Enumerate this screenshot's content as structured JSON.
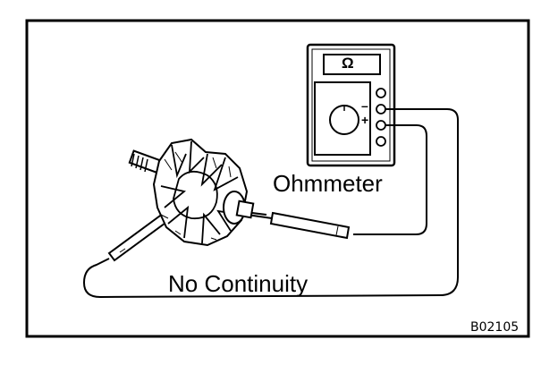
{
  "diagram": {
    "meter_label": "Ohmmeter",
    "meter_symbol": "Ω",
    "negative_terminal": "–",
    "positive_terminal": "+",
    "result_label": "No Continuity",
    "figure_code": "B02105"
  },
  "colors": {
    "ink": "#000000",
    "paper": "#ffffff"
  }
}
